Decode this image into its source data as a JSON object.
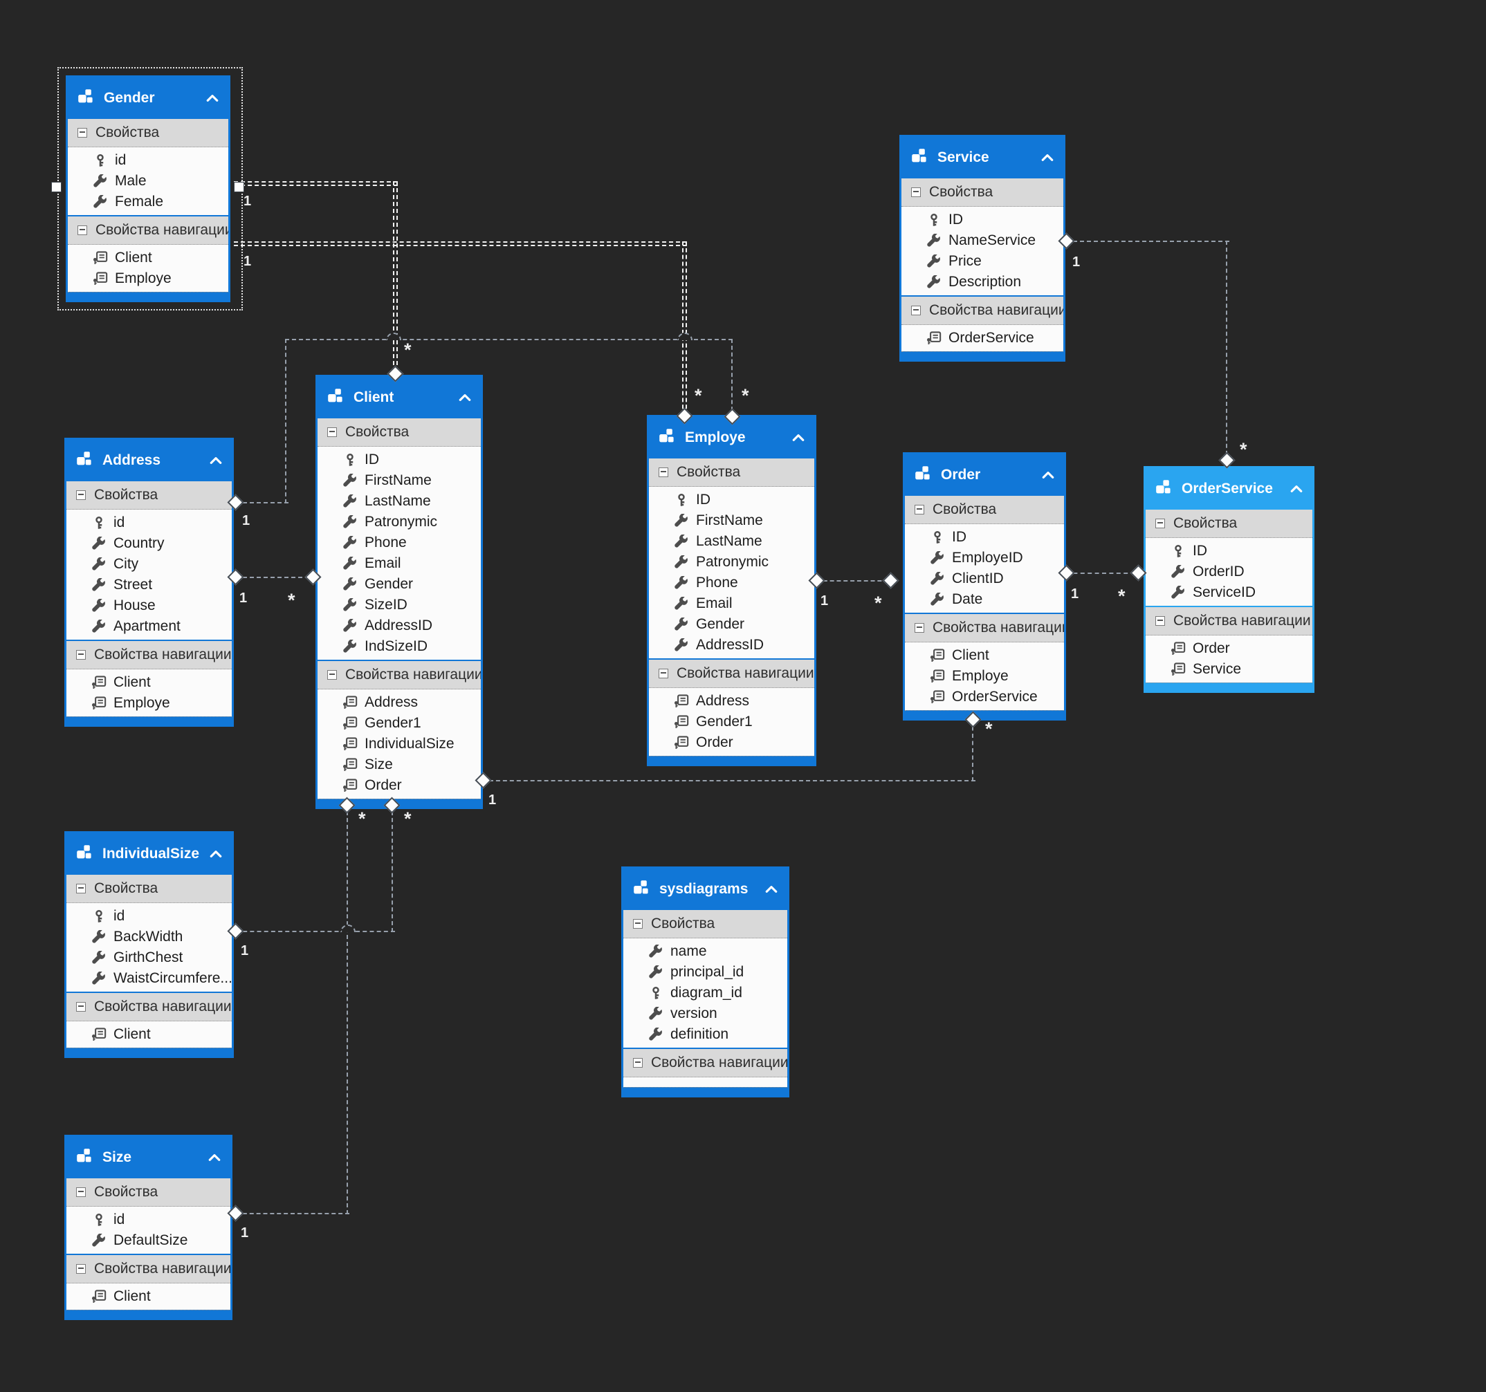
{
  "ui": {
    "properties_label": "Свойства",
    "navigation_label": "Свойства навигации"
  },
  "labels": {
    "one": "1",
    "many": "*"
  },
  "colors": {
    "header_blue": "#1177d7",
    "header_light_blue": "#2aa5f0",
    "canvas": "#262626",
    "line_gray": "#97a0ac",
    "selected_line": "#f2f2f2"
  },
  "entities": [
    {
      "id": "gender",
      "title": "Gender",
      "selected": true,
      "props": [
        {
          "icon": "key",
          "name": "id"
        },
        {
          "icon": "wrench",
          "name": "Male"
        },
        {
          "icon": "wrench",
          "name": "Female"
        }
      ],
      "navs": [
        "Client",
        "Employe"
      ]
    },
    {
      "id": "address",
      "title": "Address",
      "props": [
        {
          "icon": "key",
          "name": "id"
        },
        {
          "icon": "wrench",
          "name": "Country"
        },
        {
          "icon": "wrench",
          "name": "City"
        },
        {
          "icon": "wrench",
          "name": "Street"
        },
        {
          "icon": "wrench",
          "name": "House"
        },
        {
          "icon": "wrench",
          "name": "Apartment"
        }
      ],
      "navs": [
        "Client",
        "Employe"
      ]
    },
    {
      "id": "client",
      "title": "Client",
      "props": [
        {
          "icon": "key",
          "name": "ID"
        },
        {
          "icon": "wrench",
          "name": "FirstName"
        },
        {
          "icon": "wrench",
          "name": "LastName"
        },
        {
          "icon": "wrench",
          "name": "Patronymic"
        },
        {
          "icon": "wrench",
          "name": "Phone"
        },
        {
          "icon": "wrench",
          "name": "Email"
        },
        {
          "icon": "wrench",
          "name": "Gender"
        },
        {
          "icon": "wrench",
          "name": "SizeID"
        },
        {
          "icon": "wrench",
          "name": "AddressID"
        },
        {
          "icon": "wrench",
          "name": "IndSizeID"
        }
      ],
      "navs": [
        "Address",
        "Gender1",
        "IndividualSize",
        "Size",
        "Order"
      ]
    },
    {
      "id": "employe",
      "title": "Employe",
      "props": [
        {
          "icon": "key",
          "name": "ID"
        },
        {
          "icon": "wrench",
          "name": "FirstName"
        },
        {
          "icon": "wrench",
          "name": "LastName"
        },
        {
          "icon": "wrench",
          "name": "Patronymic"
        },
        {
          "icon": "wrench",
          "name": "Phone"
        },
        {
          "icon": "wrench",
          "name": "Email"
        },
        {
          "icon": "wrench",
          "name": "Gender"
        },
        {
          "icon": "wrench",
          "name": "AddressID"
        }
      ],
      "navs": [
        "Address",
        "Gender1",
        "Order"
      ]
    },
    {
      "id": "service",
      "title": "Service",
      "props": [
        {
          "icon": "key",
          "name": "ID"
        },
        {
          "icon": "wrench",
          "name": "NameService"
        },
        {
          "icon": "wrench",
          "name": "Price"
        },
        {
          "icon": "wrench",
          "name": "Description"
        }
      ],
      "navs": [
        "OrderService"
      ]
    },
    {
      "id": "order",
      "title": "Order",
      "props": [
        {
          "icon": "key",
          "name": "ID"
        },
        {
          "icon": "wrench",
          "name": "EmployeID"
        },
        {
          "icon": "wrench",
          "name": "ClientID"
        },
        {
          "icon": "wrench",
          "name": "Date"
        }
      ],
      "navs": [
        "Client",
        "Employe",
        "OrderService"
      ]
    },
    {
      "id": "orderservice",
      "title": "OrderService",
      "variant": "light",
      "props": [
        {
          "icon": "key",
          "name": "ID"
        },
        {
          "icon": "wrench",
          "name": "OrderID"
        },
        {
          "icon": "wrench",
          "name": "ServiceID"
        }
      ],
      "navs": [
        "Order",
        "Service"
      ]
    },
    {
      "id": "individualsize",
      "title": "IndividualSize",
      "props": [
        {
          "icon": "key",
          "name": "id"
        },
        {
          "icon": "wrench",
          "name": "BackWidth"
        },
        {
          "icon": "wrench",
          "name": "GirthChest"
        },
        {
          "icon": "wrench",
          "name": "WaistCircumfere..."
        }
      ],
      "navs": [
        "Client"
      ]
    },
    {
      "id": "sysdiagrams",
      "title": "sysdiagrams",
      "props": [
        {
          "icon": "wrench",
          "name": "name"
        },
        {
          "icon": "wrench",
          "name": "principal_id"
        },
        {
          "icon": "key",
          "name": "diagram_id"
        },
        {
          "icon": "wrench",
          "name": "version"
        },
        {
          "icon": "wrench",
          "name": "definition"
        }
      ],
      "navs": []
    },
    {
      "id": "size",
      "title": "Size",
      "props": [
        {
          "icon": "key",
          "name": "id"
        },
        {
          "icon": "wrench",
          "name": "DefaultSize"
        }
      ],
      "navs": [
        "Client"
      ]
    }
  ]
}
